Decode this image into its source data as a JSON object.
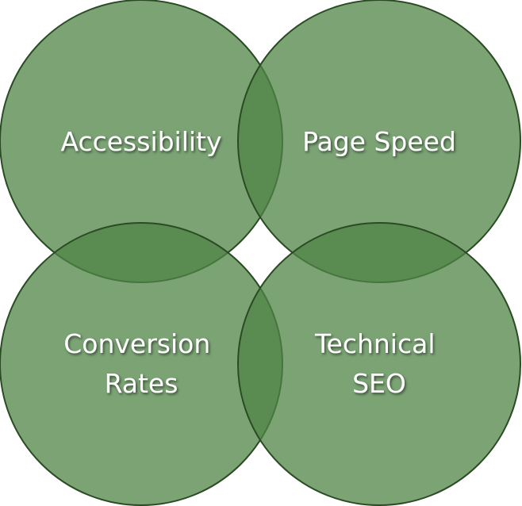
{
  "diagram": {
    "circles": [
      {
        "id": "accessibility",
        "lines": [
          "Accessibility"
        ]
      },
      {
        "id": "page-speed",
        "lines": [
          "Page Speed"
        ]
      },
      {
        "id": "conversion-rates",
        "lines": [
          "Conversion",
          "Rates"
        ]
      },
      {
        "id": "technical-seo",
        "lines": [
          "Technical",
          "SEO"
        ]
      }
    ],
    "colors": {
      "fill": "#4f8445",
      "stroke": "#2a4b24",
      "label": "#ffffff"
    }
  }
}
